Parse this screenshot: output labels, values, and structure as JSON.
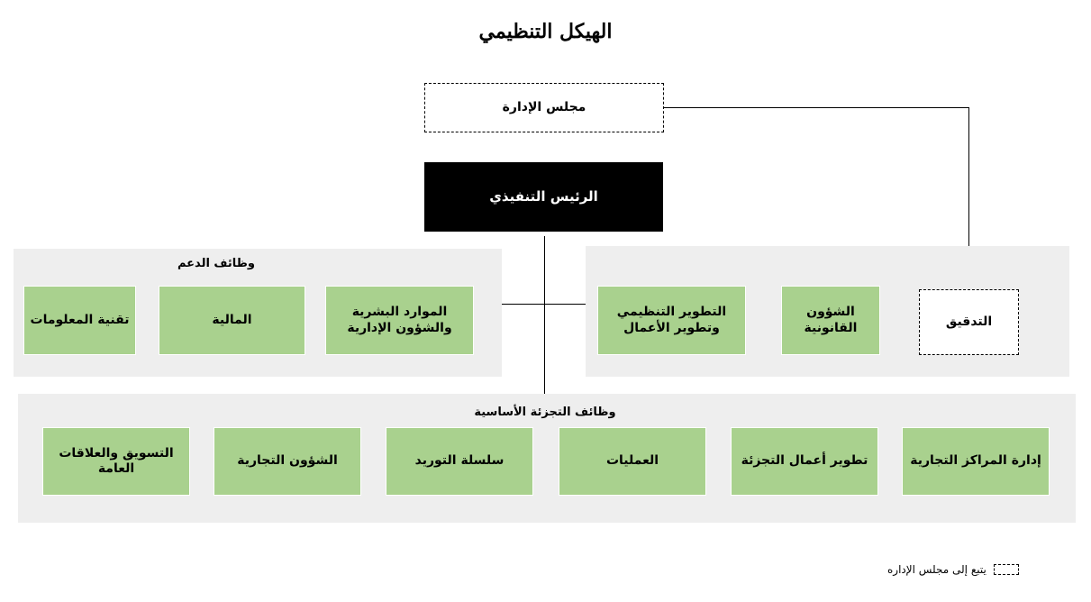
{
  "title": "الهيكل التنظيمي",
  "board": "مجلس الإدارة",
  "ceo": "الرئيس التنفيذي",
  "support": {
    "label": "وظائف الدعم",
    "items": [
      "تقنية المعلومات",
      "المالية",
      "الموارد البشرية والشؤون الإدارية"
    ]
  },
  "governance": {
    "items": [
      "التطوير التنظيمي وتطوير الأعمال",
      "الشؤون القانونية",
      "التدقيق"
    ]
  },
  "core": {
    "label": "وظائف التجزئة الأساسية",
    "items": [
      "التسويق والعلاقات العامة",
      "الشؤون التجارية",
      "سلسلة التوريد",
      "العمليات",
      "تطوير أعمال التجزئة",
      "إدارة المراكز التجارية"
    ]
  },
  "legend": {
    "text": "يتبع إلى مجلس الإداره"
  },
  "colors": {
    "box_fill": "#a9d18e",
    "panel_fill": "#eeeeee",
    "ceo_fill": "#000000"
  }
}
